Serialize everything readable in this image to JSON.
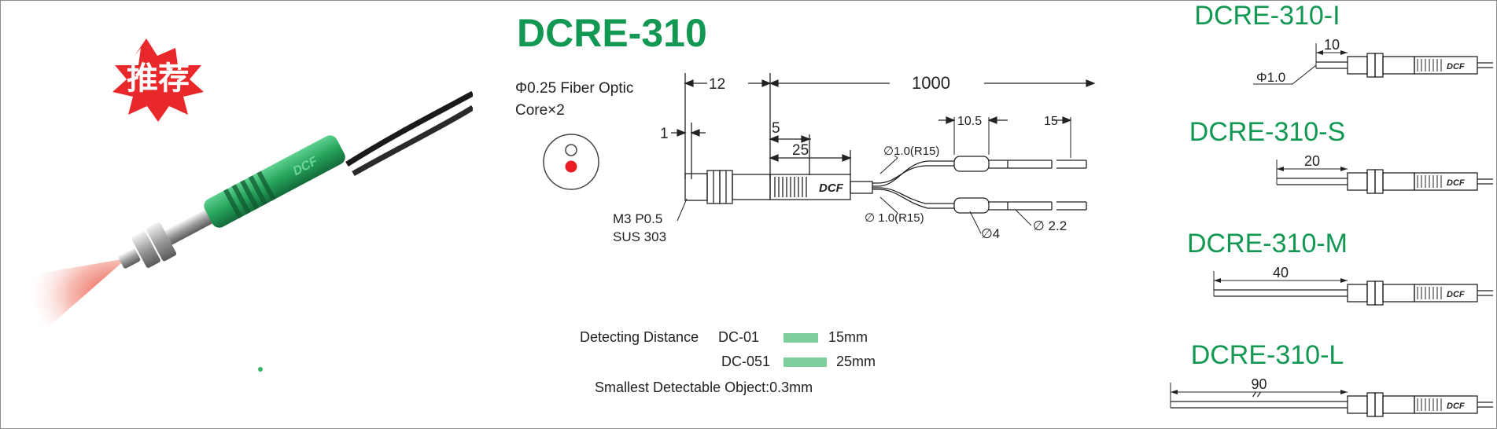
{
  "badge": {
    "text": "推荐",
    "color": "#e8282a"
  },
  "product": {
    "model": "DCRE-310",
    "model_color": "#129852",
    "fiber_line1": "Φ0.25 Fiber Optic",
    "fiber_line2": "Core×2",
    "brand_mark": "DCF",
    "thread_line1": "M3 P0.5",
    "thread_line2": "SUS  303"
  },
  "dimensions": {
    "length_total": "1000",
    "length_head": "12",
    "d1": "1",
    "d5": "5",
    "d25": "25",
    "d10_5": "10.5",
    "d15": "15",
    "fiber_top": "∅1.0(R15)",
    "fiber_bottom": "∅ 1.0(R15)",
    "dia4": "∅4",
    "dia2_2": "∅ 2.2"
  },
  "specs": {
    "detecting_label": "Detecting  Distance",
    "rows": [
      {
        "model": "DC-01",
        "value": "15mm",
        "bar_fraction": 0.8
      },
      {
        "model": "DC-051",
        "value": "25mm",
        "bar_fraction": 1.0
      }
    ],
    "bar_color": "#7dcf9c",
    "smallest": "Smallest Detectable Object:0.3mm"
  },
  "variants": [
    {
      "name": "DCRE-310-I",
      "dim": "10",
      "extra": "Φ1.0"
    },
    {
      "name": "DCRE-310-S",
      "dim": "20"
    },
    {
      "name": "DCRE-310-M",
      "dim": "40"
    },
    {
      "name": "DCRE-310-L",
      "dim": "90"
    }
  ]
}
